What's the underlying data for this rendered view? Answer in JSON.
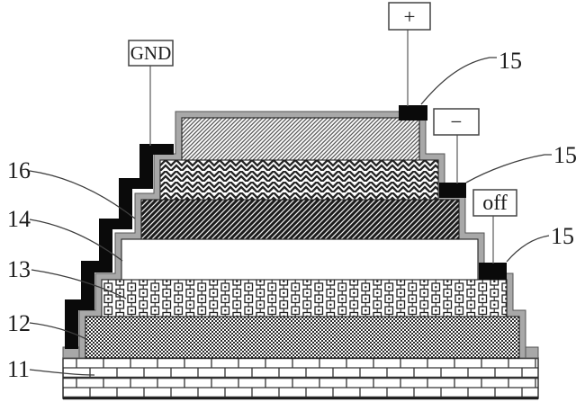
{
  "figure": {
    "terminals": {
      "gnd": {
        "label": "GND"
      },
      "plus": {
        "label": "+"
      },
      "minus": {
        "label": "−"
      },
      "off": {
        "label": "off"
      }
    },
    "reference_labels": {
      "r11": "11",
      "r12": "12",
      "r13": "13",
      "r14": "14",
      "r15": "15",
      "r16": "16"
    },
    "layers": [
      {
        "ref": "11",
        "pattern": "brick"
      },
      {
        "ref": "12",
        "pattern": "fine-checker"
      },
      {
        "ref": "13",
        "pattern": "square-meander"
      },
      {
        "ref": "",
        "pattern": "plain-white"
      },
      {
        "ref": "",
        "pattern": "dense-diagonal-hatch"
      },
      {
        "ref": "",
        "pattern": "herringbone"
      },
      {
        "ref": "",
        "pattern": "light-diagonal-hatch"
      },
      {
        "ref": "14",
        "pattern": "solid-gray-coating"
      },
      {
        "ref": "15",
        "pattern": "solid-black-contact"
      },
      {
        "ref": "16",
        "pattern": "solid-black-stepped-electrode"
      }
    ],
    "colors": {
      "electrode_black": "#0a0a0a",
      "coating_gray": "#a8a8a8",
      "line_dark": "#2b2b2b",
      "background": "#ffffff"
    }
  }
}
